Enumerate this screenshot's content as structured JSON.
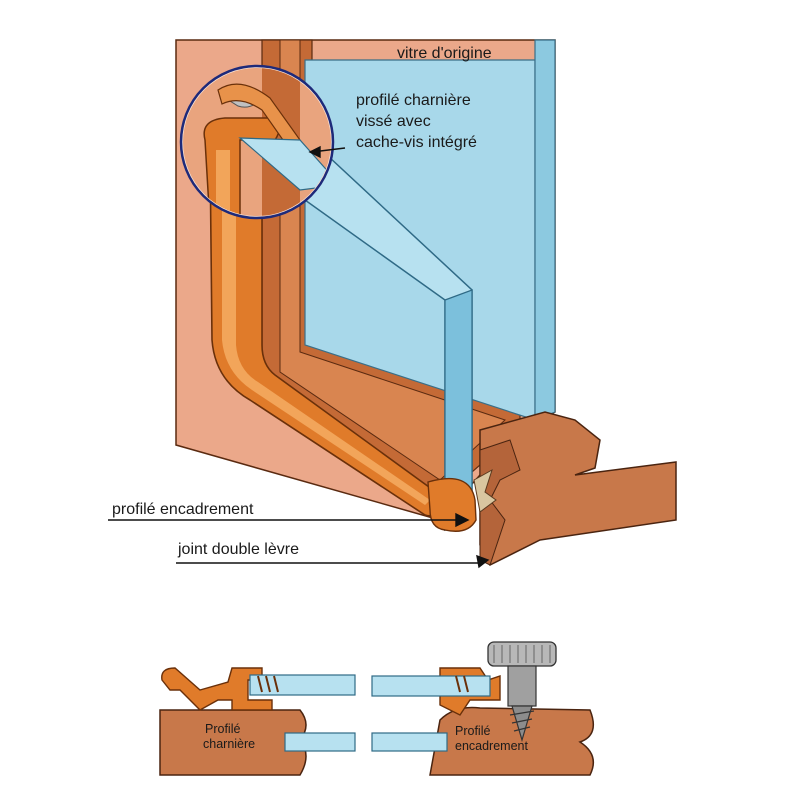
{
  "labels": {
    "vitre_origine": "vitre d'origine",
    "charniere_line1": "profilé charnière",
    "charniere_line2": "vissé avec",
    "charniere_line3": "cache-vis intégré",
    "encadrement": "profilé encadrement",
    "joint": "joint double lèvre"
  },
  "detail_labels": {
    "left_line1": "Profilé",
    "left_line2": "charnière",
    "right_line1": "Profilé",
    "right_line2": "encadrement"
  },
  "colors": {
    "frame_wall": "#e8a98a",
    "frame_dark": "#b85a2a",
    "profile_orange": "#e07b2a",
    "profile_light": "#f2a55a",
    "glass": "#a8d8ea",
    "glass_dark": "#6fb6d2",
    "wood": "#c8784a",
    "wood_light": "#e0955e",
    "screw_grey": "#9a9a9a"
  }
}
